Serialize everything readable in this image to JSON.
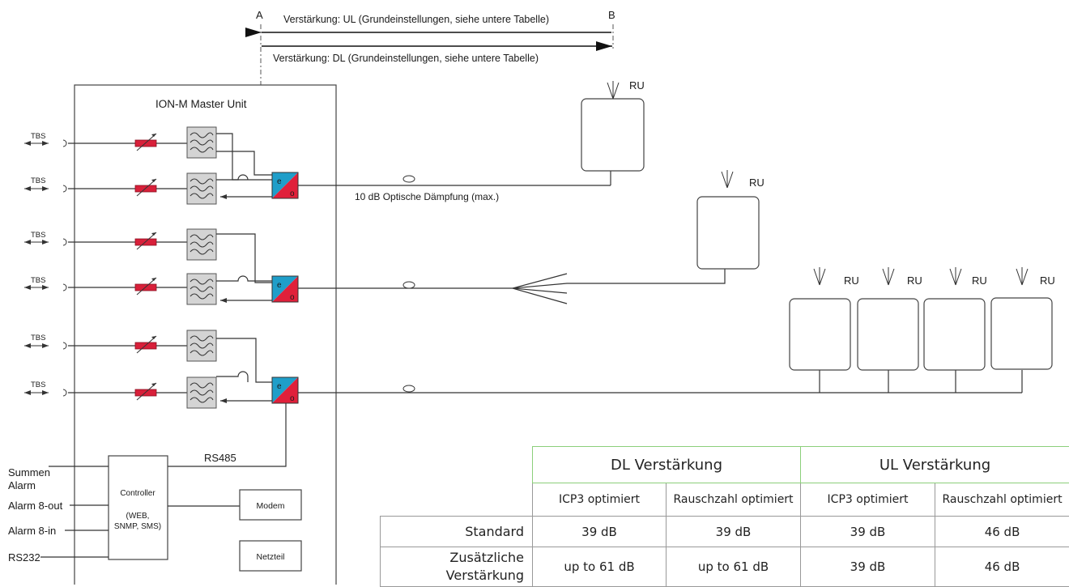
{
  "diagram": {
    "point_a": "A",
    "point_b": "B",
    "ul_gain_label": "Verstärkung: UL (Grundeinstellungen, siehe untere Tabelle)",
    "dl_gain_label": "Verstärkung: DL (Grundeinstellungen, siehe untere Tabelle)",
    "master_unit_title": "ION-M Master Unit",
    "tbs_label": "TBS",
    "eo_e": "e",
    "eo_o": "o",
    "optical_attenuation": "10 dB Optische Dämpfung (max.)",
    "ru_label": "RU",
    "rs485": "RS485",
    "controller": {
      "title": "Controller",
      "line2": "(WEB,",
      "line3": "SNMP, SMS)"
    },
    "modem": "Modem",
    "power_supply": "Netzteil",
    "io_labels": {
      "summen": "Summen",
      "alarm": "Alarm",
      "alarm_out": "Alarm 8-out",
      "alarm_in": "Alarm 8-in",
      "rs232": "RS232"
    },
    "colors": {
      "converter_top": "#1f9ec9",
      "converter_bottom": "#e0203a",
      "attenuator": "#d8203a",
      "table_group_border": "#8ccf7a"
    }
  },
  "table": {
    "dl_header": "DL Verstärkung",
    "ul_header": "UL Verstärkung",
    "sub_icp3": "ICP3 optimiert",
    "sub_noise": "Rauschzahl optimiert",
    "rows": [
      {
        "label_1": "Standard",
        "label_2": "",
        "values": [
          "39 dB",
          "39 dB",
          "39 dB",
          "46 dB"
        ]
      },
      {
        "label_1": "Zusätzliche",
        "label_2": "Verstärkung",
        "values": [
          "up to 61 dB",
          "up to 61 dB",
          "39 dB",
          "46 dB"
        ]
      }
    ]
  }
}
